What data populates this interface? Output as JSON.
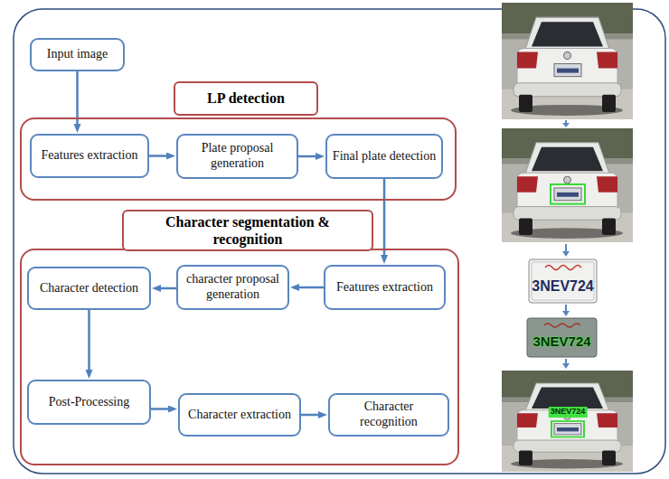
{
  "diagram": {
    "nodes": [
      {
        "text": [
          "Input image"
        ]
      },
      {
        "text": [
          "LP detection"
        ]
      },
      {
        "text": [
          "Features extraction"
        ],
        "in": 1
      },
      {
        "text": [
          "Plate proposal generation"
        ],
        "in": 1
      },
      {
        "text": [
          "Final plate detection"
        ],
        "in": 1
      },
      {
        "text": [
          "Character segmentation & recognition"
        ]
      },
      {
        "text": [
          "Character detection"
        ],
        "in": 5
      },
      {
        "text": [
          "character proposal generation"
        ],
        "in": 5
      },
      {
        "text": [
          "Features extraction"
        ],
        "in": 5
      },
      {
        "text": [
          "Post-Processing"
        ],
        "in": 5
      },
      {
        "text": [
          "Character extraction"
        ],
        "in": 5
      },
      {
        "text": [
          "Character recognition"
        ],
        "in": 5
      }
    ],
    "edges": [
      {
        "from": 0,
        "to": 2,
        "arrow": "to"
      },
      {
        "from": 2,
        "to": 3,
        "arrow": "to"
      },
      {
        "from": 3,
        "to": 4,
        "arrow": "to"
      },
      {
        "from": 4,
        "to": 8,
        "arrow": "to"
      },
      {
        "from": 8,
        "to": 7,
        "arrow": "to"
      },
      {
        "from": 7,
        "to": 6,
        "arrow": "to"
      },
      {
        "from": 6,
        "to": 9,
        "arrow": "to"
      },
      {
        "from": 9,
        "to": 10,
        "arrow": "to"
      },
      {
        "from": 10,
        "to": 11,
        "arrow": "to"
      }
    ],
    "labels": [
      "3NEV724",
      "3NEV724",
      "3NEV724"
    ]
  }
}
